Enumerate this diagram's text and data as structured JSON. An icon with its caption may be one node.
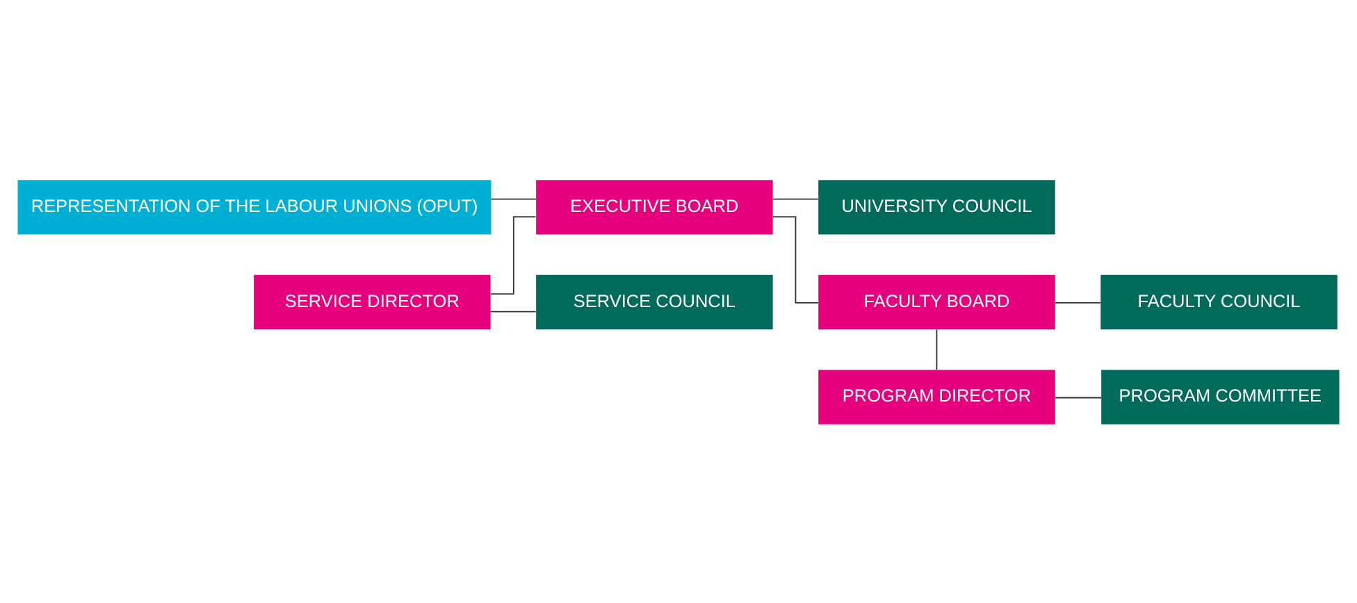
{
  "diagram": {
    "nodes": [
      {
        "text": [
          "REPRESENTATION OF THE LABOUR UNIONS (OPUT)"
        ]
      },
      {
        "text": [
          "EXECUTIVE BOARD"
        ]
      },
      {
        "text": [
          "UNIVERSITY COUNCIL"
        ]
      },
      {
        "text": [
          "SERVICE DIRECTOR"
        ]
      },
      {
        "text": [
          "SERVICE COUNCIL"
        ]
      },
      {
        "text": [
          "FACULTY BOARD"
        ]
      },
      {
        "text": [
          "FACULTY COUNCIL"
        ]
      },
      {
        "text": [
          "PROGRAM DIRECTOR"
        ]
      },
      {
        "text": [
          "PROGRAM COMMITTEE"
        ]
      }
    ],
    "edges": [
      {
        "from": 0,
        "to": 1,
        "arrow": "none"
      },
      {
        "from": 1,
        "to": 2,
        "arrow": "none"
      },
      {
        "from": 1,
        "to": 3,
        "arrow": "none"
      },
      {
        "from": 3,
        "to": 4,
        "arrow": "none"
      },
      {
        "from": 1,
        "to": 5,
        "arrow": "none"
      },
      {
        "from": 5,
        "to": 6,
        "arrow": "none"
      },
      {
        "from": 5,
        "to": 7,
        "arrow": "none"
      },
      {
        "from": 7,
        "to": 8,
        "arrow": "none"
      }
    ]
  }
}
